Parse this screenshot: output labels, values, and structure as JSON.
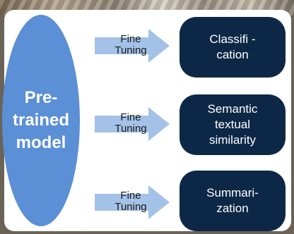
{
  "model": {
    "lines": [
      "Pre-",
      "trained",
      "model"
    ]
  },
  "branches": [
    {
      "arrow_label": {
        "line1": "Fine",
        "line2": "Tuning"
      },
      "task_lines": [
        "Classifi -",
        "cation"
      ]
    },
    {
      "arrow_label": {
        "line1": "Fine",
        "line2": "Tuning"
      },
      "task_lines": [
        "Semantic",
        "textual",
        "similarity"
      ]
    },
    {
      "arrow_label": {
        "line1": "Fine",
        "line2": "Tuning"
      },
      "task_lines": [
        "Summari-",
        "zation"
      ]
    }
  ],
  "colors": {
    "ellipse": "#5b8fd6",
    "arrow": "#a4c2e8",
    "task_box": "#0d2847",
    "text_light": "#ffffff",
    "text_dark": "#1a1a1a"
  }
}
